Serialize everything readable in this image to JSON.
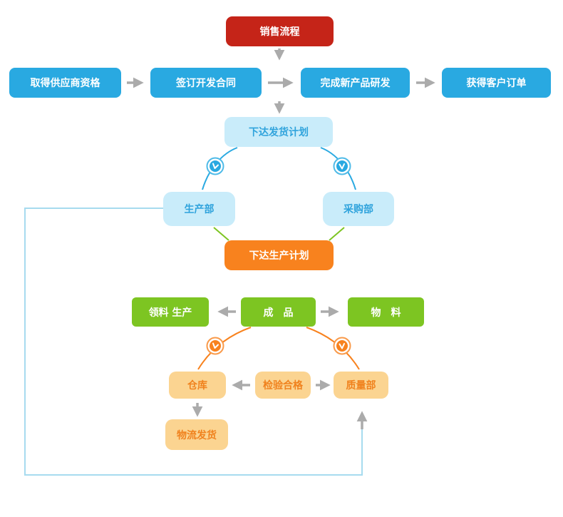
{
  "nodes": {
    "sales_process": {
      "label": "销售流程"
    },
    "supplier_qualification": {
      "label": "取得供应商资格"
    },
    "development_contract": {
      "label": "签订开发合同"
    },
    "new_product_rd": {
      "label": "完成新产品研发"
    },
    "customer_order": {
      "label": "获得客户订单"
    },
    "delivery_plan": {
      "label": "下达发货计划"
    },
    "production_dept": {
      "label": "生产部"
    },
    "purchasing_dept": {
      "label": "采购部"
    },
    "production_plan": {
      "label": "下达生产计划"
    },
    "material_pick_production": {
      "label": "领料 生产"
    },
    "finished_goods": {
      "label": "成　品"
    },
    "materials": {
      "label": "物　料"
    },
    "warehouse": {
      "label": "仓库"
    },
    "inspection_pass": {
      "label": "检验合格"
    },
    "quality_dept": {
      "label": "质量部"
    },
    "logistics_delivery": {
      "label": "物流发货"
    }
  },
  "icons": {
    "clock": "clock-icon"
  },
  "colors": {
    "red": "#c52418",
    "blue": "#29a9e1",
    "light_blue_fill": "#c9ecfa",
    "light_blue_text": "#2fa3dc",
    "orange": "#f8821e",
    "green": "#7dc522",
    "tan_fill": "#fbd491",
    "tan_text": "#f0821e",
    "gray_arrow": "#ababab",
    "loop_line": "#a7dbef"
  }
}
